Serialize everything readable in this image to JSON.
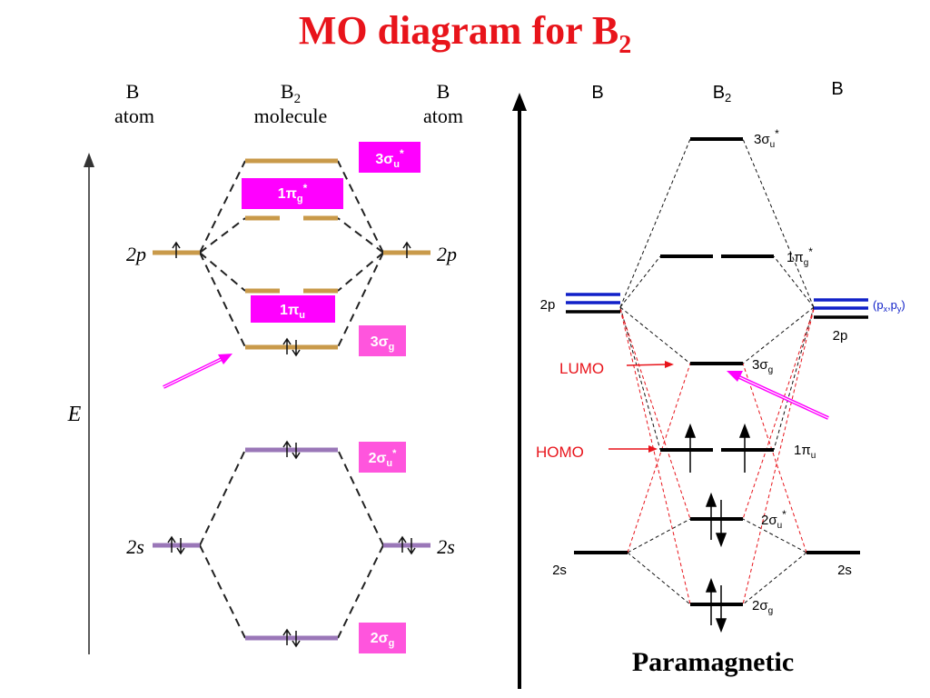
{
  "title": {
    "main": "MO diagram for B",
    "sub": "2"
  },
  "left_panel": {
    "atom_left": {
      "line1": "B",
      "line2": "atom"
    },
    "molecule": {
      "line1": "B",
      "sub": "2",
      "line2": "molecule"
    },
    "atom_right": {
      "line1": "B",
      "line2": "atom"
    },
    "axis_label": "E",
    "orbital_2p": "2p",
    "orbital_2s": "2s",
    "colors": {
      "p_level": "#c99a4a",
      "s_level": "#9a77b8",
      "badge": "#ff00ff",
      "badge_light": "#ff55dd"
    },
    "badges": {
      "sigma3u": {
        "num": "3",
        "greek": "σ",
        "sub": "u",
        "sup": "*"
      },
      "pi1g": {
        "num": "1",
        "greek": "π",
        "sub": "g",
        "sup": "*"
      },
      "pi1u": {
        "num": "1",
        "greek": "π",
        "sub": "u"
      },
      "sigma3g": {
        "num": "3",
        "greek": "σ",
        "sub": "g"
      },
      "sigma2u": {
        "num": "2",
        "greek": "σ",
        "sub": "u",
        "sup": "*"
      },
      "sigma2g": {
        "num": "2",
        "greek": "σ",
        "sub": "g"
      }
    }
  },
  "right_panel": {
    "label_b_left": "B",
    "label_b2": "B",
    "label_b2_sub": "2",
    "label_b_right": "B",
    "orbital_2p": "2p",
    "orbital_2s": "2s",
    "pxpy": {
      "open": "(p",
      "x": "x",
      "comma": ",p",
      "y": "y",
      "close": ")"
    },
    "lumo": "LUMO",
    "homo": "HOMO",
    "levels": {
      "sigma3u": {
        "num": "3",
        "greek": "σ",
        "sub": "u",
        "sup": "*"
      },
      "pi1g": {
        "num": "1",
        "greek": "π",
        "sub": "g",
        "sup": "*"
      },
      "sigma3g": {
        "num": "3",
        "greek": "σ",
        "sub": "g"
      },
      "pi1u": {
        "num": "1",
        "greek": "π",
        "sub": "u"
      },
      "sigma2u": {
        "num": "2",
        "greek": "σ",
        "sub": "u",
        "sup": "*"
      },
      "sigma2g": {
        "num": "2",
        "greek": "σ",
        "sub": "g"
      }
    },
    "colors": {
      "level": "#000000",
      "p_blue": "#1020c8",
      "annotation": "#e8141b",
      "arrow": "#ff00ff"
    }
  },
  "footer": "Paramagnetic"
}
